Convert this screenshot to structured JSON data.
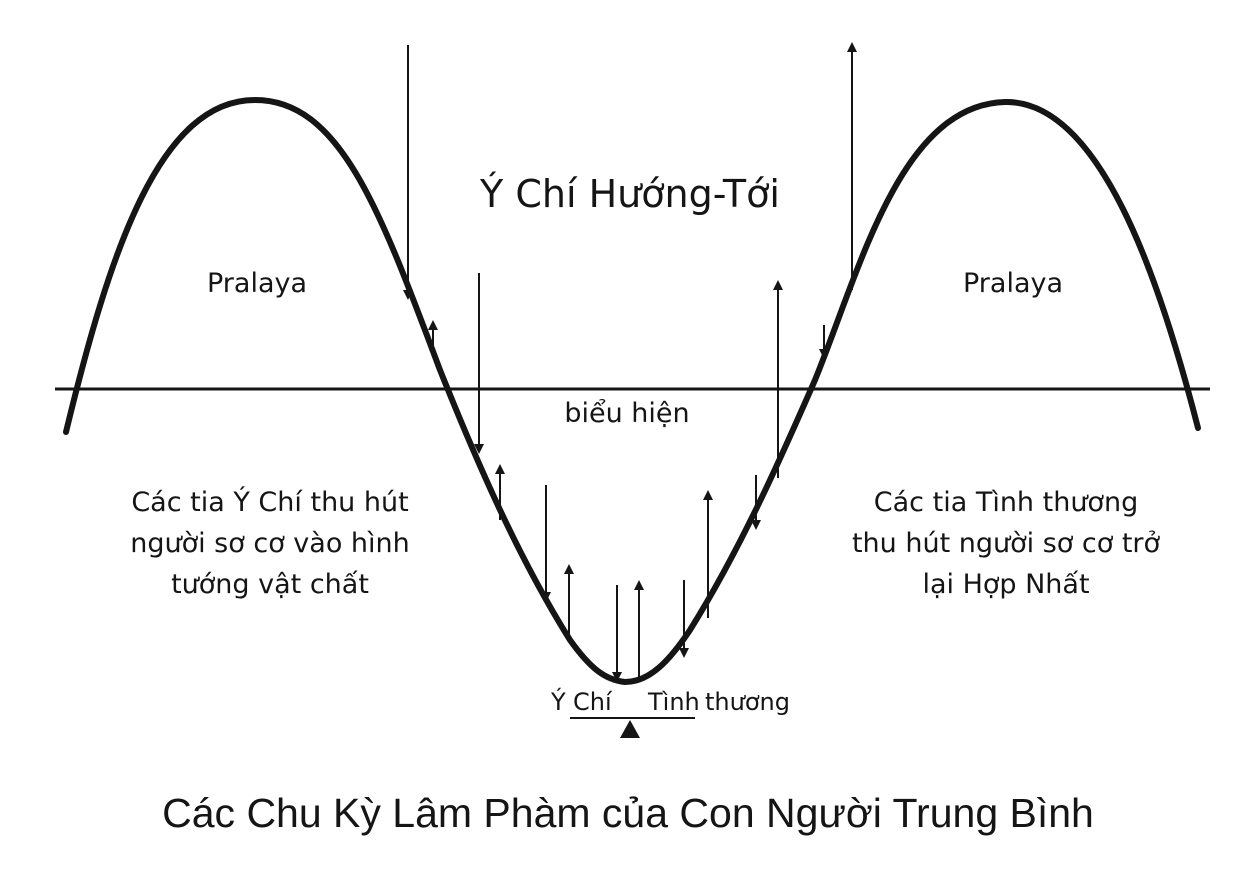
{
  "diagram": {
    "title": "Ý Chí Hướng-Tới",
    "left_peak_label": "Pralaya",
    "right_peak_label": "Pralaya",
    "axis_label": "biểu hiện",
    "left_text": "Các tia Ý Chí thu hút người sơ cơ vào hình tướng vật chất",
    "right_text": "Các tia Tình thương thu hút người sơ cơ trở lại Hợp Nhất",
    "balance_left_prefix": "Ý",
    "balance_left": "Chí",
    "balance_right": "Tình",
    "balance_right_suffix": "thương",
    "caption": "Các Chu Kỳ Lâm Phàm của Con Người Trung Bình",
    "line_color": "#151515"
  }
}
